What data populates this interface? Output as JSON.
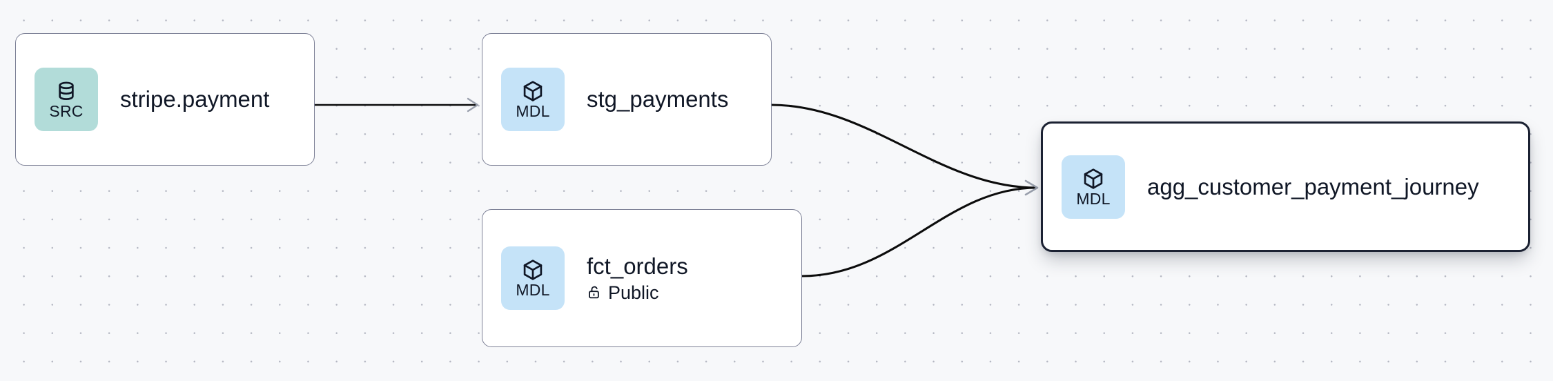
{
  "canvas": {
    "background_color": "#f7f8fa",
    "grid": "dotted",
    "grid_dot_color": "#b4b7c2"
  },
  "graph": {
    "type": "lineage-dag",
    "nodes": [
      {
        "id": "stripe-payment",
        "title": "stripe.payment",
        "badge_label": "SRC",
        "badge_icon": "database-icon",
        "badge_color": "#b2dcd9",
        "selected": false,
        "meta": null
      },
      {
        "id": "stg-payments",
        "title": "stg_payments",
        "badge_label": "MDL",
        "badge_icon": "cube-icon",
        "badge_color": "#c5e3f8",
        "selected": false,
        "meta": null
      },
      {
        "id": "fct-orders",
        "title": "fct_orders",
        "badge_label": "MDL",
        "badge_icon": "cube-icon",
        "badge_color": "#c5e3f8",
        "selected": false,
        "meta": {
          "icon": "unlock-icon",
          "label": "Public"
        }
      },
      {
        "id": "agg-journey",
        "title": "agg_customer_payment_journey",
        "badge_label": "MDL",
        "badge_icon": "cube-icon",
        "badge_color": "#c5e3f8",
        "selected": true,
        "meta": null
      }
    ],
    "edges": [
      {
        "id": "edge-stripe-to-stg",
        "from": "stripe-payment",
        "to": "stg-payments",
        "shape": "straight"
      },
      {
        "id": "edge-stg-to-agg",
        "from": "stg-payments",
        "to": "agg-journey",
        "shape": "bezier"
      },
      {
        "id": "edge-fct-to-agg",
        "from": "fct-orders",
        "to": "agg-journey",
        "shape": "bezier"
      }
    ],
    "edge_color": "#0c0c0c",
    "arrowhead_color": "#9aa0ad",
    "selected_border_color": "#1b2132",
    "node_border_color": "#7b7f95"
  }
}
